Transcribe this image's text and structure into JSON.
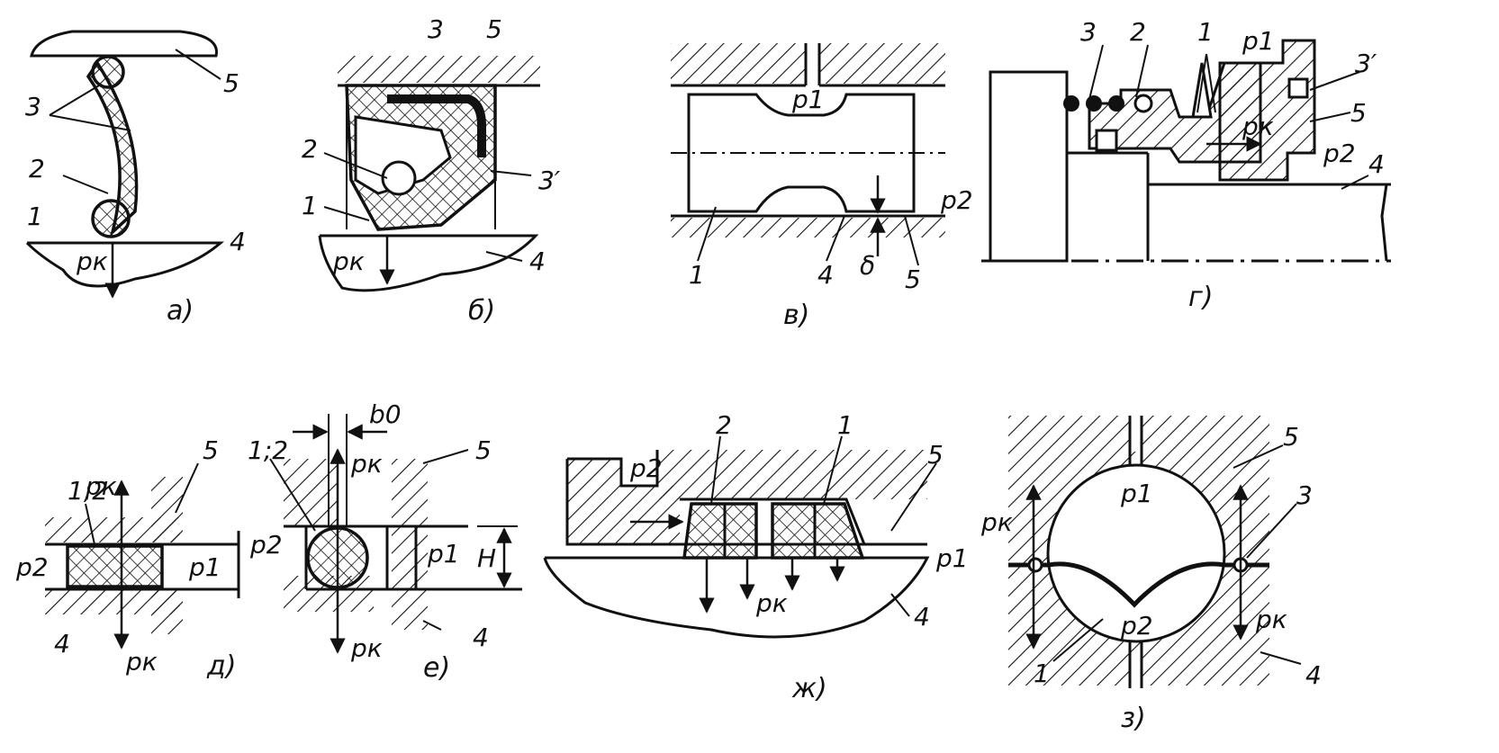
{
  "panels": {
    "a": {
      "caption": "а)",
      "labels": [
        "5",
        "3",
        "2",
        "1",
        "4",
        "pк"
      ]
    },
    "b": {
      "caption": "б)",
      "labels": [
        "3",
        "5",
        "2",
        "3′",
        "1",
        "pк",
        "4"
      ]
    },
    "v": {
      "caption": "в)",
      "labels": [
        "p1",
        "p2",
        "1",
        "4",
        "5",
        "δ"
      ]
    },
    "g": {
      "caption": "г)",
      "labels": [
        "3",
        "2",
        "1",
        "p1",
        "3′",
        "pк",
        "5",
        "p2",
        "4"
      ]
    },
    "d": {
      "caption": "д)",
      "labels": [
        "1;2",
        "5",
        "pк",
        "p2",
        "p1",
        "4",
        "pк"
      ]
    },
    "e": {
      "caption": "е)",
      "labels": [
        "b0",
        "1;2",
        "pк",
        "5",
        "p2",
        "p1",
        "H",
        "4",
        "pк"
      ]
    },
    "zh": {
      "caption": "ж)",
      "labels": [
        "p2",
        "2",
        "1",
        "5",
        "p1",
        "pк",
        "4"
      ]
    },
    "z": {
      "caption": "з)",
      "labels": [
        "5",
        "p1",
        "pк",
        "3",
        "pк",
        "p2",
        "1",
        "4"
      ]
    }
  },
  "colors": {
    "ink": "#111111",
    "paper": "#ffffff"
  }
}
